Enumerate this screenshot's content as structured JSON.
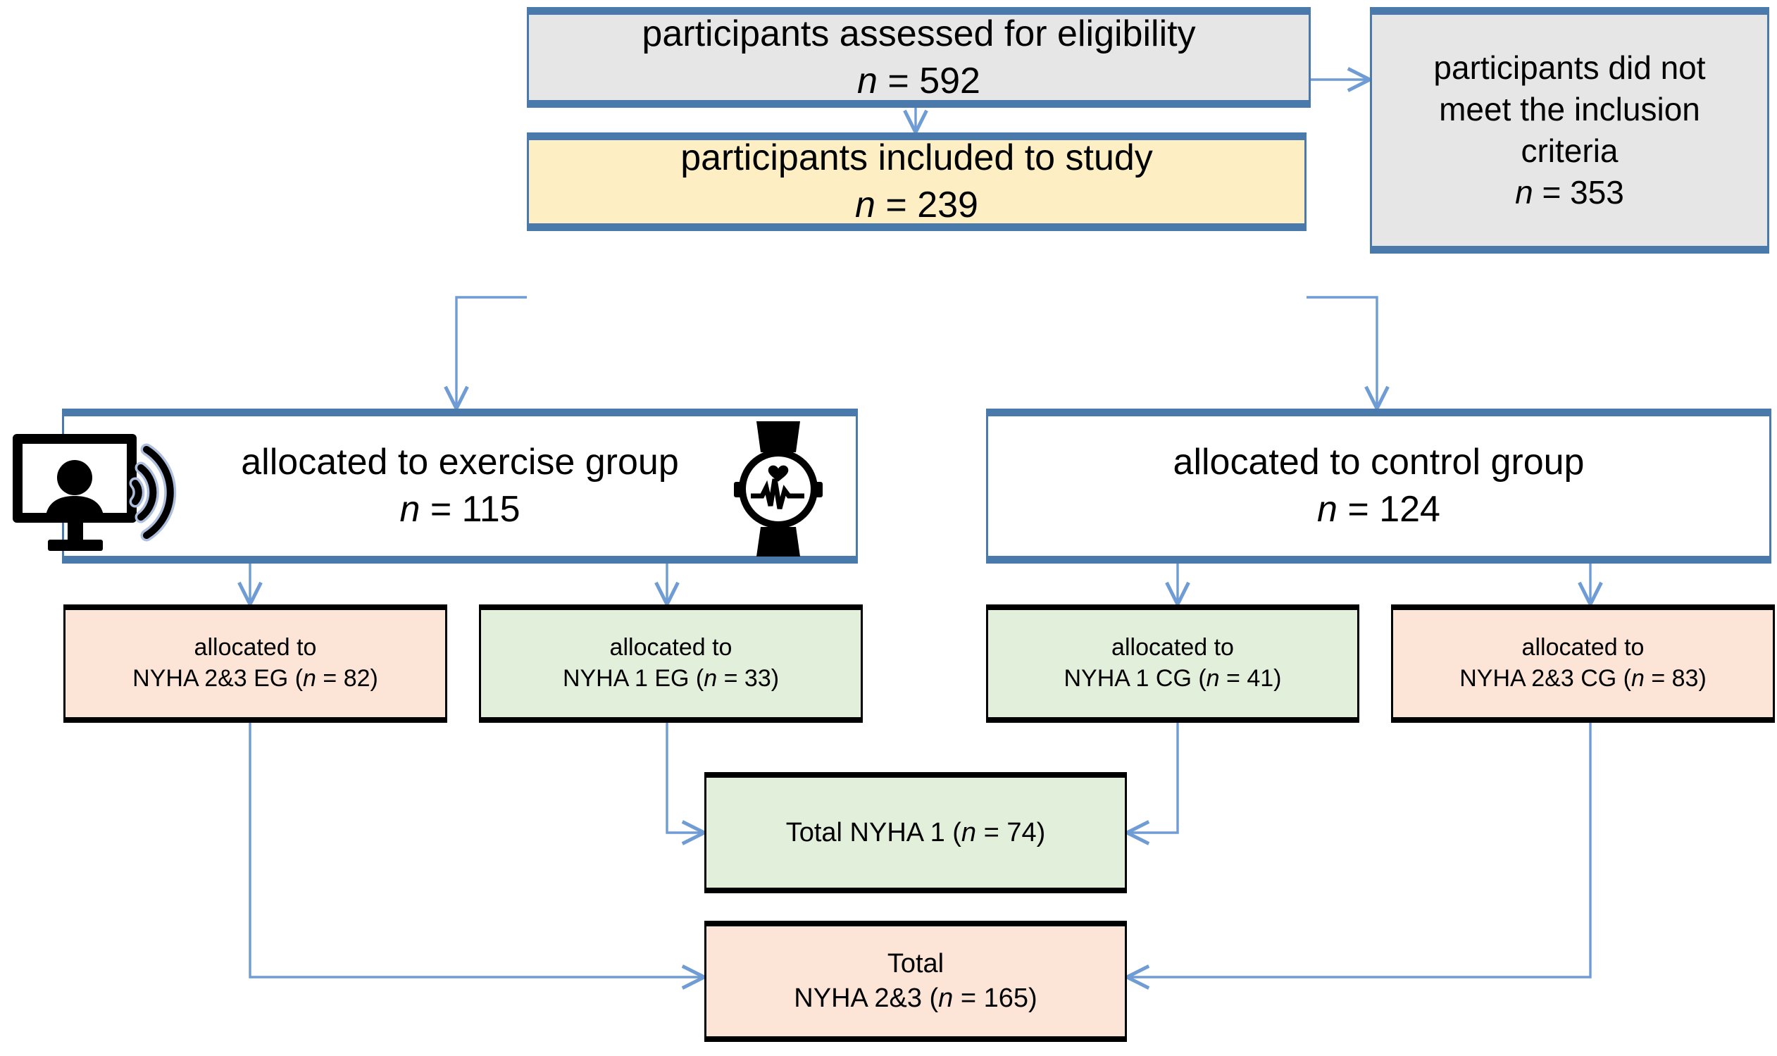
{
  "diagram": {
    "title": "CONSORT-style participant flow diagram",
    "colors": {
      "box_border_blue": "#4a7aac",
      "box_border_black": "#000000",
      "connector_blue": "#6f9cd4",
      "fill_grey": "#e7e6e6",
      "fill_yellow": "#fdeec4",
      "fill_white": "#ffffff",
      "fill_peach": "#fce4d6",
      "fill_green": "#e2efda"
    },
    "nodes": {
      "assessed": {
        "line1": "participants assessed for eligibility",
        "n_label": "n",
        "n_value": " = 592"
      },
      "excluded": {
        "line1": "participants did not",
        "line2": "meet the inclusion",
        "line3": "criteria",
        "n_label": "n",
        "n_value": " = 353"
      },
      "included": {
        "line1": "participants included to study",
        "n_label": "n",
        "n_value": " = 239"
      },
      "exercise_group": {
        "line1": "allocated to exercise group",
        "n_label": "n",
        "n_value": " = 115"
      },
      "control_group": {
        "line1": "allocated to control group",
        "n_label": "n",
        "n_value": " = 124"
      },
      "nyha23_eg": {
        "line1": "allocated to",
        "line2_pre": "NYHA 2&3 EG (",
        "n_label": "n",
        "line2_post": " = 82)"
      },
      "nyha1_eg": {
        "line1": "allocated to",
        "line2_pre": "NYHA 1 EG (",
        "n_label": "n",
        "line2_post": " = 33)"
      },
      "nyha1_cg": {
        "line1": "allocated to",
        "line2_pre": "NYHA 1 CG (",
        "n_label": "n",
        "line2_post": " = 41)"
      },
      "nyha23_cg": {
        "line1": "allocated to",
        "line2_pre": "NYHA 2&3 CG (",
        "n_label": "n",
        "line2_post": " = 83)"
      },
      "total_nyha1": {
        "line1_pre": "Total NYHA 1 (",
        "n_label": "n",
        "line1_post": " = 74)"
      },
      "total_nyha23": {
        "line1": "Total",
        "line2_pre": "NYHA 2&3 (",
        "n_label": "n",
        "line2_post": " = 165)"
      }
    },
    "icons": {
      "telemonitoring": "telemonitoring-screen-icon",
      "smartwatch": "smartwatch-heart-rate-icon"
    },
    "flow": [
      {
        "from": "assessed",
        "to": "excluded",
        "direction": "right"
      },
      {
        "from": "assessed",
        "to": "included",
        "direction": "down"
      },
      {
        "from": "included",
        "to": "exercise_group",
        "direction": "down-left"
      },
      {
        "from": "included",
        "to": "control_group",
        "direction": "down-right"
      },
      {
        "from": "exercise_group",
        "to": "nyha23_eg",
        "direction": "down"
      },
      {
        "from": "exercise_group",
        "to": "nyha1_eg",
        "direction": "down"
      },
      {
        "from": "control_group",
        "to": "nyha1_cg",
        "direction": "down"
      },
      {
        "from": "control_group",
        "to": "nyha23_cg",
        "direction": "down"
      },
      {
        "from": "nyha1_eg",
        "to": "total_nyha1",
        "direction": "down-right"
      },
      {
        "from": "nyha1_cg",
        "to": "total_nyha1",
        "direction": "down-left"
      },
      {
        "from": "nyha23_eg",
        "to": "total_nyha23",
        "direction": "down-right"
      },
      {
        "from": "nyha23_cg",
        "to": "total_nyha23",
        "direction": "down-left"
      }
    ]
  }
}
